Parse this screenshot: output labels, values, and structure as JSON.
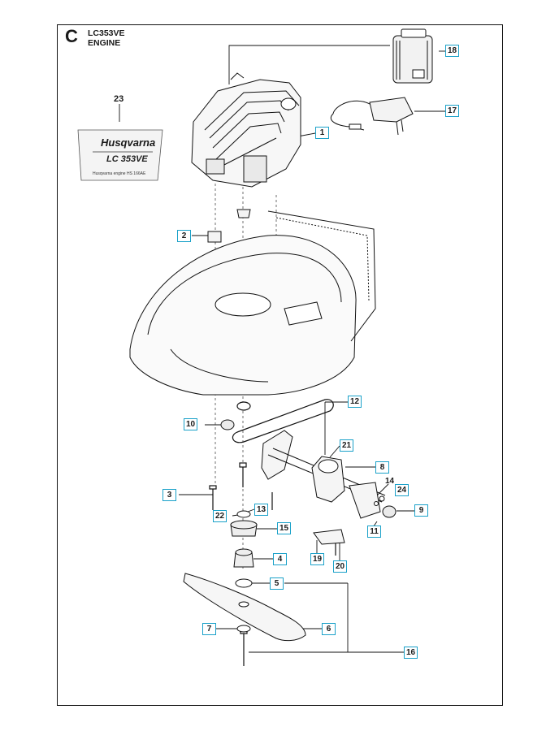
{
  "header": {
    "section_letter": "C",
    "model": "LC353VE",
    "assembly": "ENGINE"
  },
  "decal": {
    "number": "23",
    "brand": "Husqvarna",
    "model_text": "LC 353VE",
    "engine_text": "Husqvarna engine HS 166AE"
  },
  "callouts": [
    "18",
    "17",
    "1",
    "2",
    "12",
    "10",
    "21",
    "8",
    "14",
    "24",
    "9",
    "3",
    "22",
    "13",
    "15",
    "11",
    "19",
    "20",
    "4",
    "5",
    "7",
    "6",
    "16"
  ],
  "colors": {
    "callout_border": "#1aa1c9",
    "line": "#111111",
    "frame": "#111111"
  }
}
